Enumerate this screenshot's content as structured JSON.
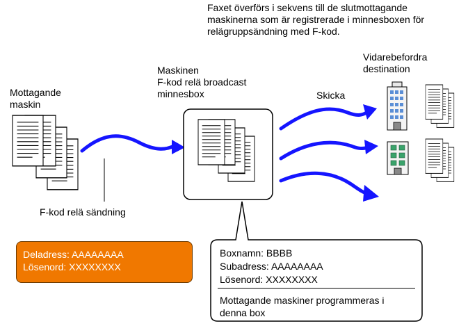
{
  "header_text": "Faxet överförs i sekvens till de slutmottagande\nmaskinerna som är registrerade i minnesboxen för\nrelägruppsändning med F-kod.",
  "receiving_machine_label": "Mottagande\nmaskin",
  "relay_box_label": "Maskinen\nF-kod relä broadcast\nminnesbox",
  "forward_destination_label": "Vidarebefordra\ndestination",
  "send_label": "Skicka",
  "fcode_relay_label": "F-kod relä sändning",
  "orange_box": {
    "line1": "Deladress: AAAAAAAA",
    "line2": "Lösenord: XXXXXXXX"
  },
  "callout": {
    "box_name": "Boxnamn: BBBB",
    "subaddress": "Subadress: AAAAAAAA",
    "password": "Lösenord: XXXXXXXX",
    "note": "Mottagande maskiner programmeras i\ndenna box"
  },
  "colors": {
    "arrow": "#1515ff",
    "orange": "#f07800",
    "building_window": "#5a8ed6",
    "building_window_green": "#3aa36b"
  }
}
